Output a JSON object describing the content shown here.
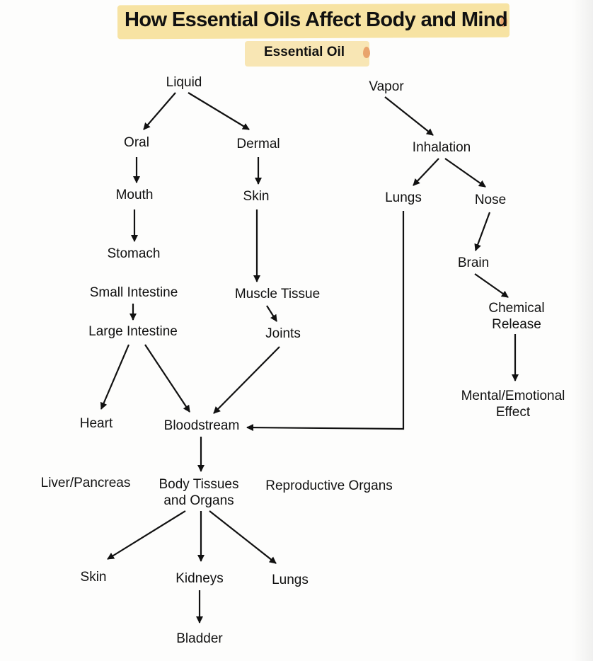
{
  "title": "How Essential Oils Affect Body and Mind",
  "subtitle": "Essential Oil",
  "colors": {
    "title_highlight": "#f7e3a3",
    "subtitle_highlight": "#f8e6b4",
    "droplet": "#e9a46c",
    "arrow": "#111111"
  },
  "nodes": {
    "liquid": "Liquid",
    "vapor": "Vapor",
    "oral": "Oral",
    "dermal": "Dermal",
    "inhalation": "Inhalation",
    "mouth": "Mouth",
    "skin_dermal": "Skin",
    "lungs_inhalation": "Lungs",
    "nose": "Nose",
    "stomach": "Stomach",
    "brain": "Brain",
    "small_intestine": "Small Intestine",
    "muscle_tissue": "Muscle Tissue",
    "chemical_release_1": "Chemical",
    "chemical_release_2": "Release",
    "large_intestine": "Large Intestine",
    "joints": "Joints",
    "mental_effect_1": "Mental/Emotional",
    "mental_effect_2": "Effect",
    "heart": "Heart",
    "bloodstream": "Bloodstream",
    "liver_pancreas": "Liver/Pancreas",
    "body_tissues_1": "Body Tissues",
    "body_tissues_2": "and Organs",
    "reproductive_organs": "Reproductive Organs",
    "skin_organ": "Skin",
    "kidneys": "Kidneys",
    "lungs_organ": "Lungs",
    "bladder": "Bladder"
  }
}
